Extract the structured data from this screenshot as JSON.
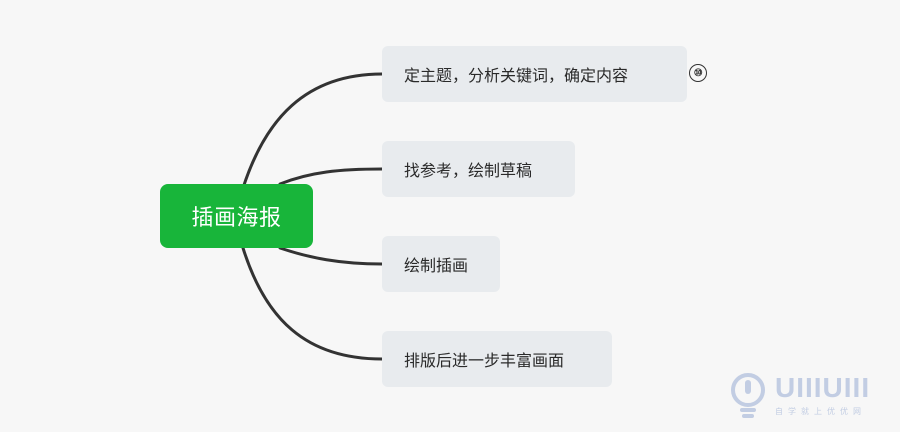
{
  "mindmap": {
    "root": {
      "label": "插画海报"
    },
    "branches": [
      {
        "label": "定主题，分析关键词，确定内容",
        "badge": "⑩"
      },
      {
        "label": "找参考，绘制草稿"
      },
      {
        "label": "绘制插画"
      },
      {
        "label": "排版后进一步丰富画面"
      }
    ]
  },
  "watermark": {
    "text": "UIIIUIII",
    "subtext": "自学就上优优网"
  },
  "colors": {
    "root_bg": "#18b53a",
    "node_bg": "#e8ebee",
    "connector": "#333333",
    "background": "#f7f7f7",
    "watermark": "#c2cde3"
  }
}
